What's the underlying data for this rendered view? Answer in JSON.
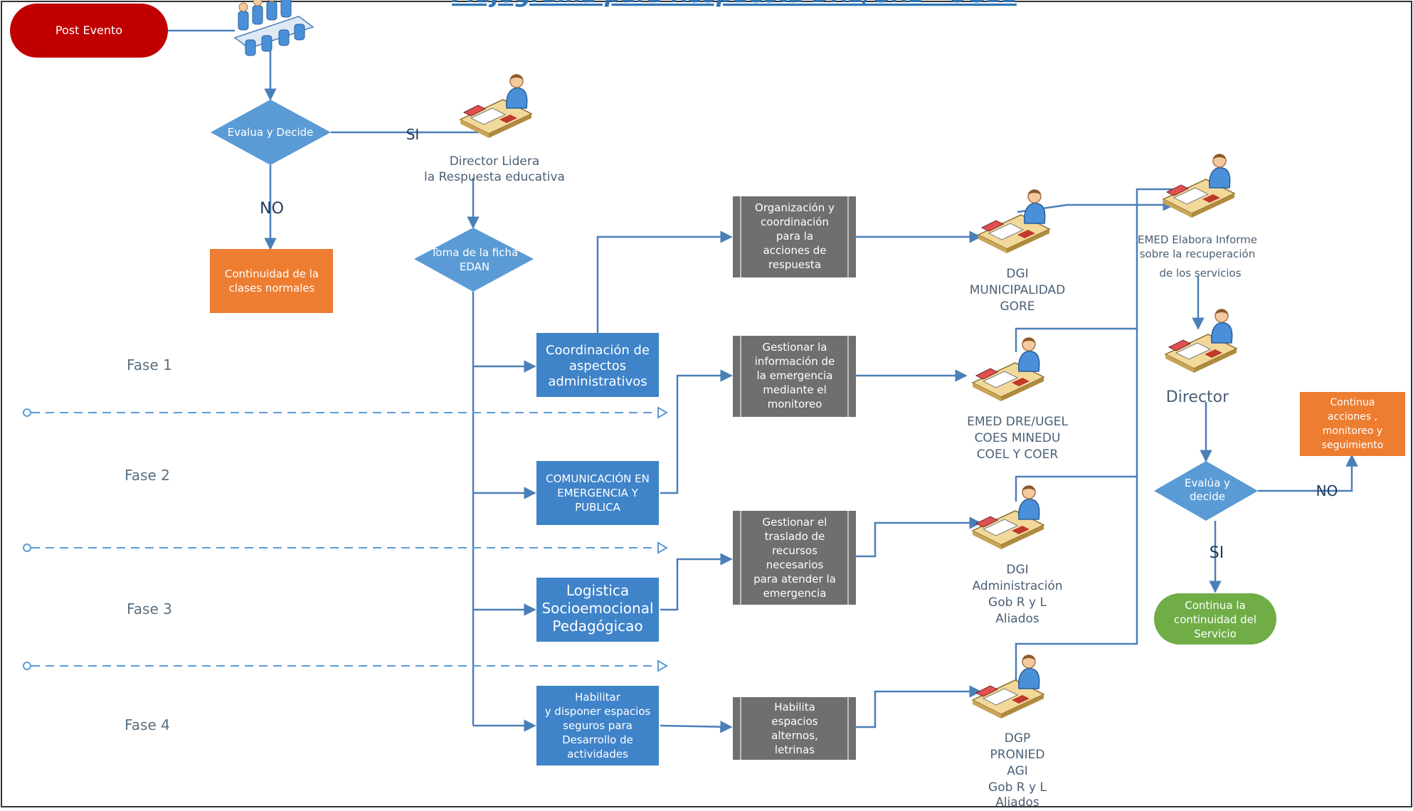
{
  "title": "Flujograma para Respuesta DRE/GRE - UGEL",
  "colors": {
    "blue": "#5b9bd5",
    "blue_box": "#3f83c9",
    "gray_box": "#6f6f6f",
    "orange": "#ed7d31",
    "red": "#c00000",
    "green": "#70ad47",
    "line": "#4a7fb8",
    "phase_text": "#5a6f80"
  },
  "start": {
    "label": "Post Evento"
  },
  "end": {
    "label": "Continua la continuidad del Servicio"
  },
  "decisions": {
    "evalua": "Evalua y Decide",
    "toma": "Toma de la ficha EDAN",
    "evalua2": "Evalúa y decide"
  },
  "branch_labels": {
    "si1": "SI",
    "no1": "NO",
    "no2": "NO",
    "si2": "SI"
  },
  "orange_boxes": {
    "continuidad": "Continuidad de la clases normales",
    "continua": "Continua acciones , monitoreo y seguimiento"
  },
  "actor_labels": {
    "director_lidera": "Director Lidera la Respuesta educativa",
    "emed_informe": "EMED Elabora Informe sobre la recuperación de los servicios",
    "director": "Director"
  },
  "phases": [
    "Fase 1",
    "Fase 2",
    "Fase 3",
    "Fase 4"
  ],
  "blue_boxes": [
    "Coordinación de aspectos administrativos",
    "COMUNICACIÓN EN EMERGENCIA Y PUBLICA",
    "Logistica Socioemocional Pedagógicao",
    "Habilitar y disponer espacios seguros para Desarrollo de actividades"
  ],
  "gray_boxes": [
    "Organización y coordinación para la acciones de respuesta",
    "Gestionar la información de la emergencia mediante el monitoreo",
    "Gestionar el traslado de recursos necesarios para atender la emergencia",
    "Habilita espacios alternos, letrinas"
  ],
  "entities": [
    "DGI MUNICIPALIDAD GORE",
    "EMED DRE/UGEL COES MINEDU COEL Y COER",
    "DGI Administración Gob R y L Aliados",
    "DGP PRONIED AGI Gob R y L Aliados"
  ]
}
